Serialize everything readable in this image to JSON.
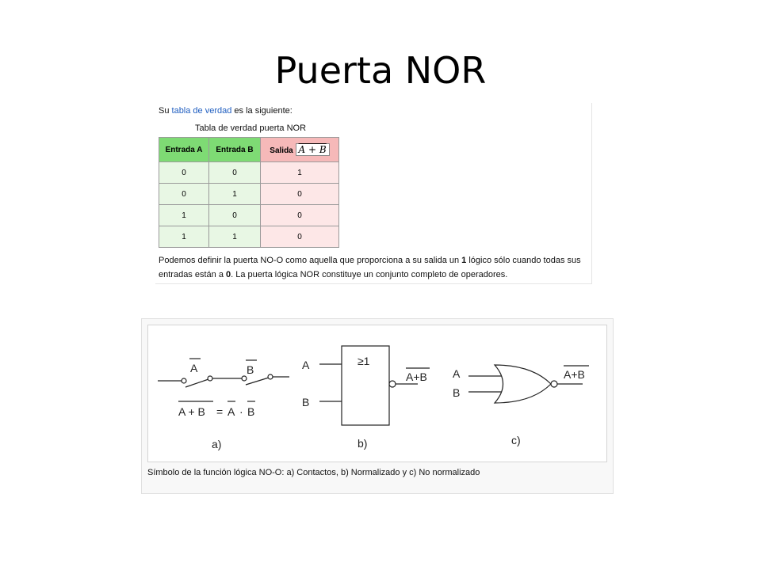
{
  "slide": {
    "title": "Puerta NOR"
  },
  "truth_panel": {
    "intro_prefix": "Su ",
    "intro_link": "tabla de verdad",
    "intro_suffix": " es la siguiente:",
    "table_caption": "Tabla de verdad puerta NOR",
    "headers": [
      "Entrada A",
      "Entrada B",
      "Salida",
      "A + B"
    ],
    "rows": [
      [
        "0",
        "0",
        "1"
      ],
      [
        "0",
        "1",
        "0"
      ],
      [
        "1",
        "0",
        "0"
      ],
      [
        "1",
        "1",
        "0"
      ]
    ],
    "desc_1": "Podemos definir la puerta NO-O como aquella que proporciona a su salida un ",
    "desc_bold_1": "1",
    "desc_2": " lógico sólo cuando todas sus entradas están a ",
    "desc_bold_2": "0",
    "desc_3": ". La puerta lógica NOR constituye un conjunto completo de operadores."
  },
  "diagram": {
    "a_label_A": "A",
    "a_label_B": "B",
    "a_equation_left": "A + B",
    "a_equation_eq": "=",
    "a_equation_A": "A",
    "a_equation_dot": "·",
    "a_equation_B": "B",
    "b_symbol": "≥1",
    "b_input_A": "A",
    "b_input_B": "B",
    "b_output": "A+B",
    "c_input_A": "A",
    "c_input_B": "B",
    "c_output": "A+B",
    "label_a": "a)",
    "label_b": "b)",
    "label_c": "c)",
    "caption": "Símbolo de la función lógica NO-O: a) Contactos, b) Normalizado y c) No normalizado",
    "colors": {
      "header_green": "#7edb74",
      "header_pink": "#f6b9b9",
      "link": "#1f5ec0"
    }
  }
}
